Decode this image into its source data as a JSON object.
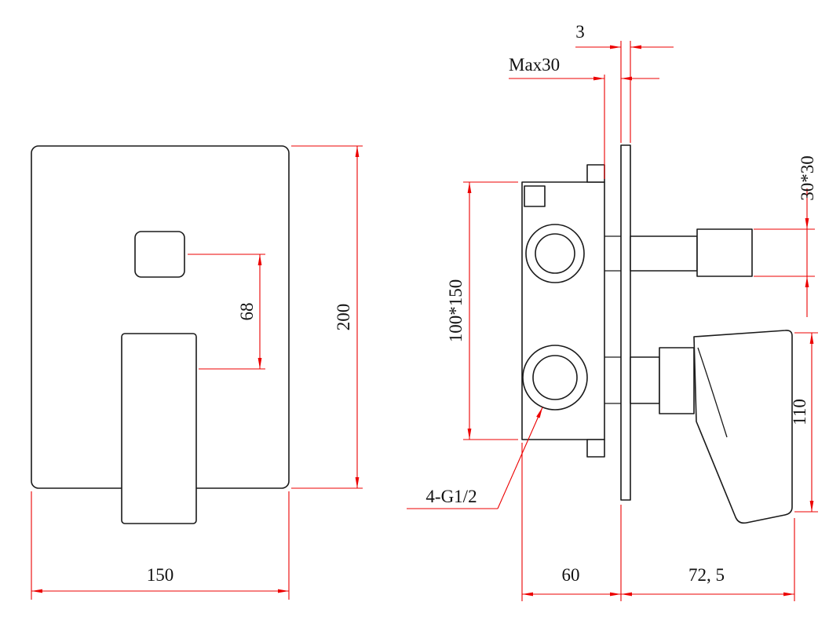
{
  "front_view": {
    "width": "150",
    "height": "200",
    "button_offset": "68"
  },
  "side_view": {
    "plate_thickness": "3",
    "max_wall_depth": "Max30",
    "spout_section": "30*30",
    "body_size": "100*150",
    "handle_height": "110",
    "body_depth": "60",
    "handle_depth": "72, 5",
    "thread_callout": "4-G1/2"
  },
  "colors": {
    "geometry": "#1a1a1a",
    "dimension": "#ec0000",
    "text": "#111111",
    "background": "#ffffff"
  }
}
